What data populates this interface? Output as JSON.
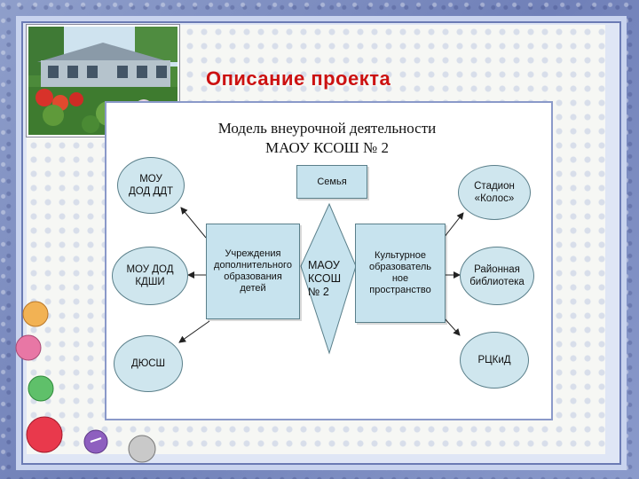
{
  "slide": {
    "title": "Описание проекта"
  },
  "diagram": {
    "title_line1": "Модель внеурочной деятельности",
    "title_line2": "МАОУ КСОШ № 2",
    "family": "Семья",
    "center": {
      "line1": "МАОУ",
      "line2": "КСОШ",
      "line3": "№ 2"
    },
    "left_box": {
      "line1": "Учреждения",
      "line2": "дополнительного",
      "line3": "образования",
      "line4": "детей"
    },
    "right_box": {
      "line1": "Культурное",
      "line2": "образователь",
      "line3": "ное",
      "line4": "пространство"
    },
    "left_circles": [
      {
        "line1": "МОУ",
        "line2": "ДОД ДДТ"
      },
      {
        "line1": "МОУ ДОД",
        "line2": "КДШИ"
      },
      {
        "line1": "ДЮСШ"
      }
    ],
    "right_circles": [
      {
        "line1": "Стадион",
        "line2": "«Колос»"
      },
      {
        "line1": "Районная",
        "line2": "библиотека"
      },
      {
        "line1": "РЦКиД"
      }
    ]
  },
  "colors": {
    "title": "#cc1111",
    "node_fill": "#c7e3ee",
    "frame": "#7a8ac0"
  }
}
